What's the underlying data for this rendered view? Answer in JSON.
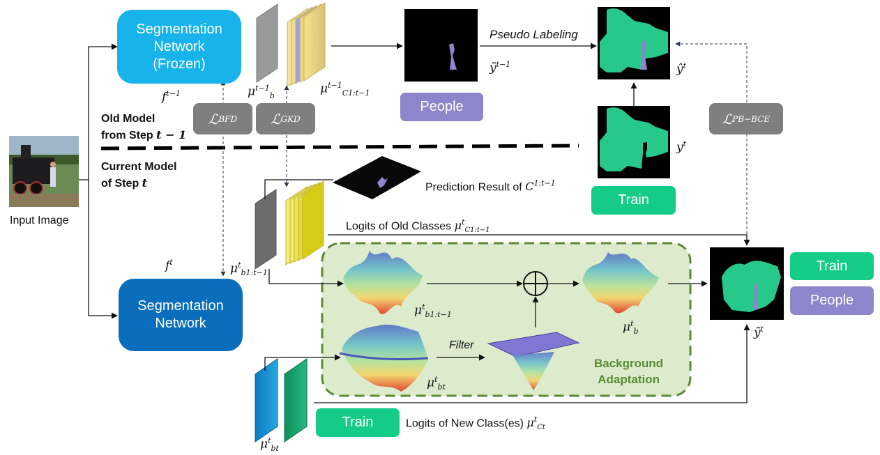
{
  "seg_frozen": {
    "line1": "Segmentation",
    "line2": "Network",
    "line3": "(Frozen)"
  },
  "seg_current": {
    "line1": "Segmentation",
    "line2": "Network"
  },
  "labels": {
    "input_image": "Input Image",
    "old_model_1": "Old Model",
    "old_model_2": "from Step ",
    "old_model_step": "t − 1",
    "current_model_1": "Current Model",
    "current_model_2": "of Step ",
    "current_model_step": "t",
    "pseudo_labeling": "Pseudo Labeling",
    "prediction_result": "Prediction Result of ",
    "logits_old": "Logits of Old Classes ",
    "logits_new": "Logits of New Class(es) ",
    "filter": "Filter",
    "bg_adapt_1": "Background",
    "bg_adapt_2": "Adaptation"
  },
  "pills": {
    "people_top": "People",
    "train_mid": "Train",
    "train_right": "Train",
    "people_right": "People",
    "train_bottom": "Train"
  },
  "losses": {
    "bfd": {
      "main": "ℒ",
      "sub": "BFD"
    },
    "gkd": {
      "main": "ℒ",
      "sub": "GKD"
    },
    "pbbce": {
      "main": "ℒ",
      "sub": "PB−BCE"
    }
  },
  "math": {
    "f_prev": {
      "base": "f",
      "sup": "t−1"
    },
    "f_cur": {
      "base": "f",
      "sup": "t"
    },
    "mu_b_prev": {
      "base": "μ",
      "sup": "t−1",
      "sub": "b"
    },
    "mu_c_prev": {
      "base": "μ",
      "sup": "t−1",
      "sub": "C1:t−1"
    },
    "y_tilde_prev": {
      "base": "ỹ",
      "sup": "t−1"
    },
    "y_hat": {
      "base": "ŷ",
      "sup": "t"
    },
    "y": {
      "base": "y",
      "sup": "t"
    },
    "mu_b_old_left": {
      "base": "μ",
      "sup": "t",
      "sub": "b1:t−1"
    },
    "mu_b_old_mid": {
      "base": "μ",
      "sup": "t",
      "sub": "b1:t−1"
    },
    "mu_b_new_mid": {
      "base": "μ",
      "sup": "t",
      "sub": "bt"
    },
    "mu_b": {
      "base": "μ",
      "sup": "t",
      "sub": "b"
    },
    "y_tilde": {
      "base": "ỹ",
      "sup": "t"
    },
    "mu_b_new_bottom": {
      "base": "μ",
      "sup": "t",
      "sub": "bt"
    },
    "c_old": {
      "base": "C",
      "sup": "1:t−1"
    },
    "mu_c_old": {
      "base": "μ",
      "sup": "t",
      "sub": "C1:t−1"
    },
    "mu_c_new": {
      "base": "μ",
      "sup": "t",
      "sub": "Ct"
    }
  },
  "colors": {
    "seg_frozen": "#17b3ea",
    "seg_current": "#0a6ebd",
    "people": "#8e86cc",
    "train": "#14cc88",
    "loss": "#7f7f7f",
    "mask_green": "#26c88c",
    "bg_adapt_fill": "#dcebcc",
    "bg_adapt_border": "#5a8a36"
  }
}
